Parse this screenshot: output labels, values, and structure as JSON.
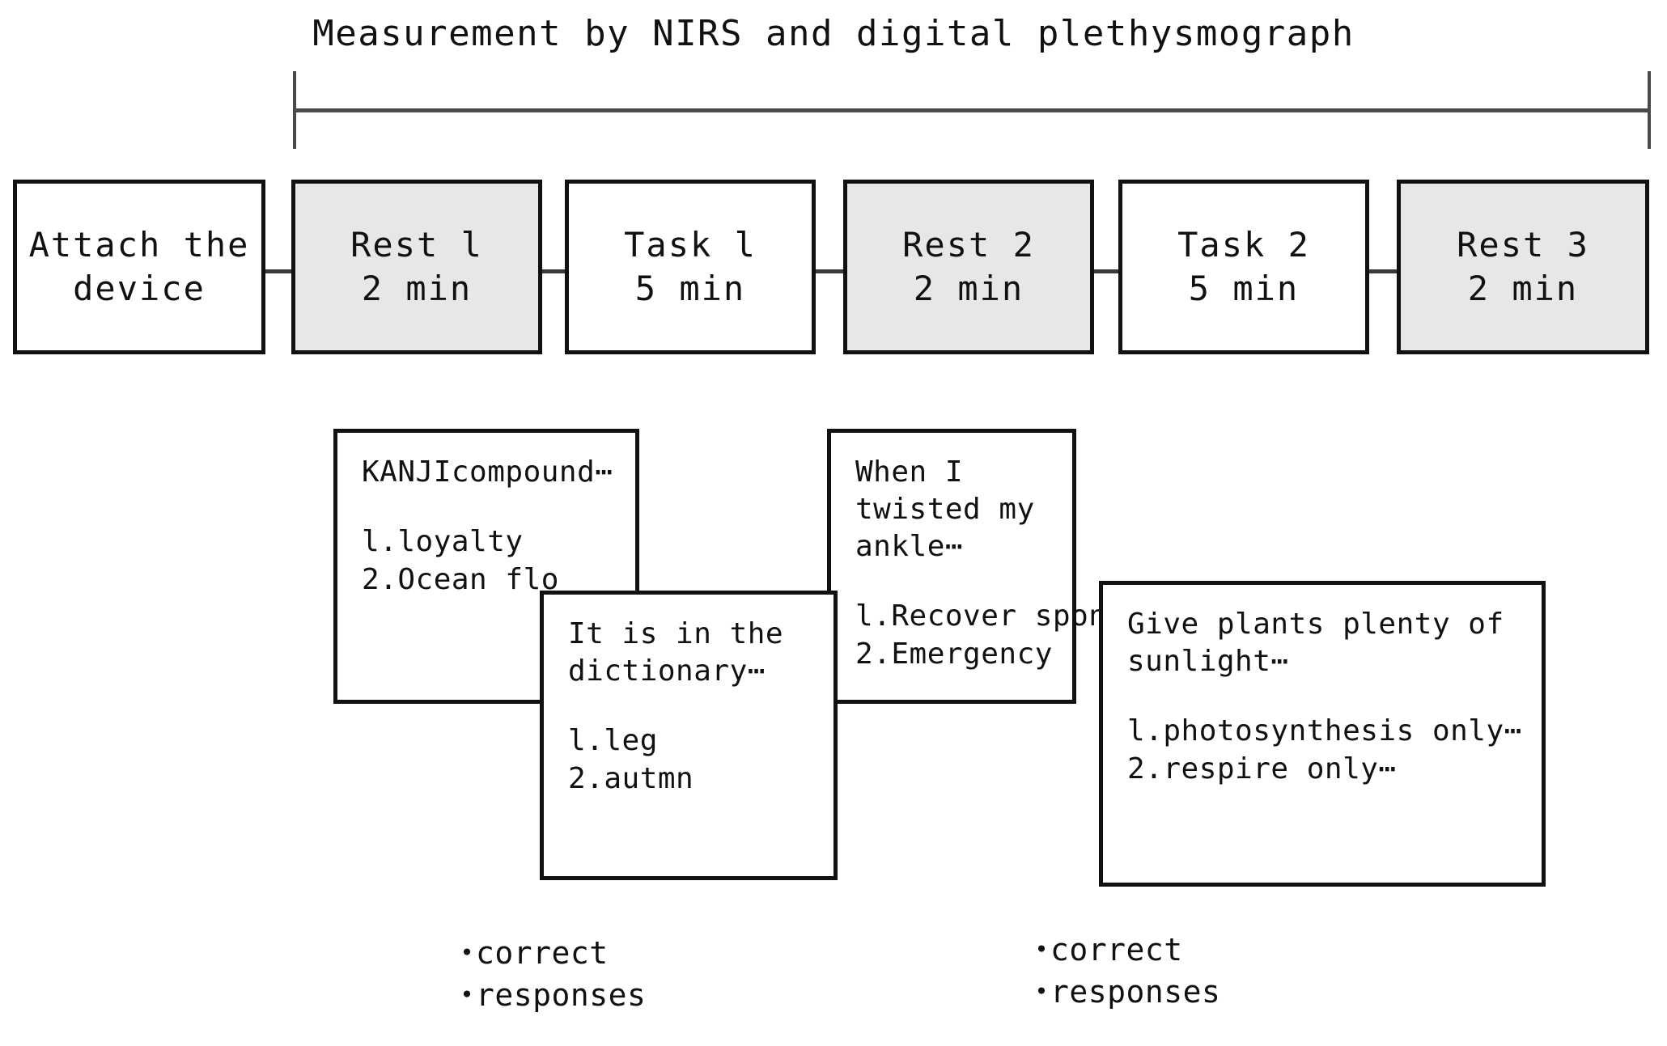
{
  "header": {
    "title": "Measurement by NIRS and digital plethysmograph"
  },
  "timeline": {
    "phases": [
      {
        "label": "Attach the",
        "duration": "device",
        "shaded": false
      },
      {
        "label": "Rest l",
        "duration": "2 min",
        "shaded": true
      },
      {
        "label": "Task l",
        "duration": "5 min",
        "shaded": false
      },
      {
        "label": "Rest 2",
        "duration": "2 min",
        "shaded": true
      },
      {
        "label": "Task 2",
        "duration": "5 min",
        "shaded": false
      },
      {
        "label": "Rest 3",
        "duration": "2 min",
        "shaded": true
      }
    ]
  },
  "stimuli": [
    {
      "prompt": "KANJIcompound⋯",
      "options": [
        "l.loyalty",
        "2.Ocean flo"
      ]
    },
    {
      "prompt": "It is in the\ndictionary⋯",
      "options": [
        "l.leg",
        "2.autmn"
      ]
    },
    {
      "prompt": "When I twisted my ankle⋯",
      "options": [
        "l.Recover spont",
        "2.Emergency"
      ]
    },
    {
      "prompt": "Give plants plenty of\nsunlight⋯",
      "options": [
        "l.photosynthesis only⋯",
        "2.respire only⋯"
      ]
    }
  ],
  "measures": [
    {
      "bullet": "・",
      "items": [
        "correct",
        "responses"
      ]
    },
    {
      "bullet": "・",
      "items": [
        "correct",
        "responses"
      ]
    }
  ],
  "colors": {
    "shaded_fill": "#e7e7e7",
    "stroke": "#111111",
    "bracket": "#4a4a4a",
    "background": "#ffffff"
  }
}
